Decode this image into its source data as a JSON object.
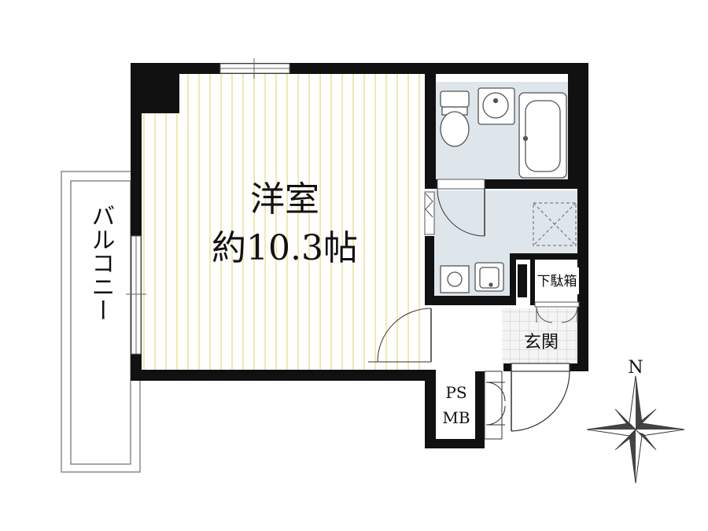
{
  "labels": {
    "room_name": "洋室",
    "room_size": "約10.3帖",
    "balcony": "バルコニー",
    "shoe_cabinet": "下駄箱",
    "entrance": "玄関",
    "ps": "PS",
    "mb": "MB",
    "north": "N"
  },
  "colors": {
    "wall": "#111111",
    "floor_stripe": "#f3ecb8",
    "wet_area": "#dfe6eb",
    "entrance_tile": "#d8d8d8",
    "balcony_outline": "#888888"
  },
  "icons": [
    "toilet-icon",
    "washbasin-icon",
    "bathtub-icon",
    "ventilation-icon",
    "washing-machine-pan-icon",
    "compass-rose-icon"
  ]
}
